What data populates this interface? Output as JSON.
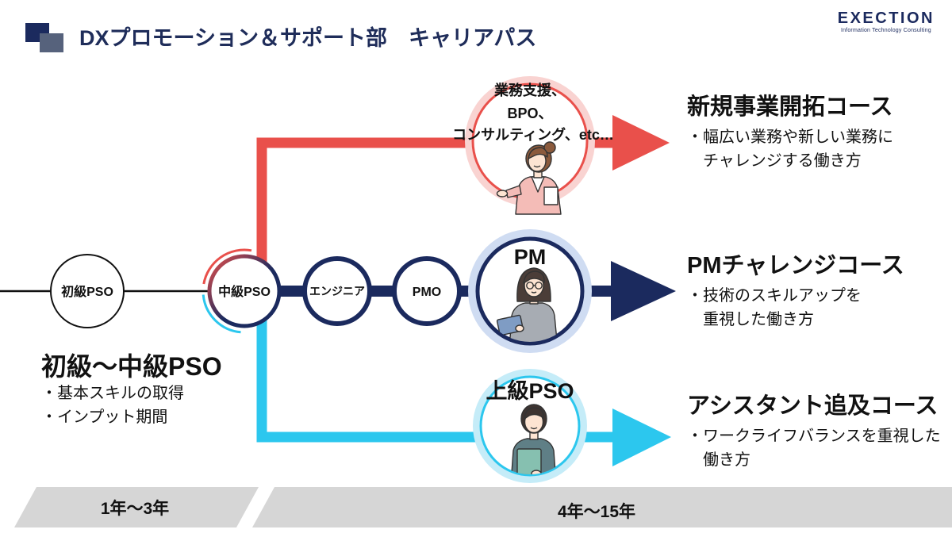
{
  "header": {
    "title": "DXプロモーション＆サポート部　キャリアパス",
    "brand": {
      "name": "EXECTION",
      "tagline": "Information Technology Consulting"
    }
  },
  "colors": {
    "navy": "#1b2a5e",
    "red": "#e9504b",
    "cyan": "#2cc7ee",
    "slate": "#56627c",
    "pale_red": "#f9d3d1",
    "pale_blue": "#cfdcf2",
    "pale_cyan": "#c5ecf8",
    "timeline_gray": "#d6d6d6",
    "title_text": "#1f2d5a",
    "ink": "#111111"
  },
  "nodes": {
    "junior": "初級PSO",
    "middle": "中級PSO",
    "engineer": "エンジニア",
    "pmo": "PMO",
    "pm": "PM",
    "senior": "上級PSO",
    "business_support": [
      "業務支援、",
      "BPO、",
      "コンサルティング、etc…"
    ]
  },
  "summary": {
    "title": "初級〜中級PSO",
    "bullets": [
      "・基本スキルの取得",
      "・インプット期間"
    ]
  },
  "courses": [
    {
      "title": "新規事業開拓コース",
      "lines": [
        "・幅広い業務や新しい業務に",
        "チャレンジする働き方"
      ]
    },
    {
      "title": "PMチャレンジコース",
      "lines": [
        "・技術のスキルアップを",
        "重視した働き方"
      ]
    },
    {
      "title": "アシスタント追及コース",
      "lines": [
        "・ワークライフバランスを重視した",
        "働き方"
      ]
    }
  ],
  "timeline": {
    "early": "1年〜3年",
    "later": "4年〜15年"
  }
}
